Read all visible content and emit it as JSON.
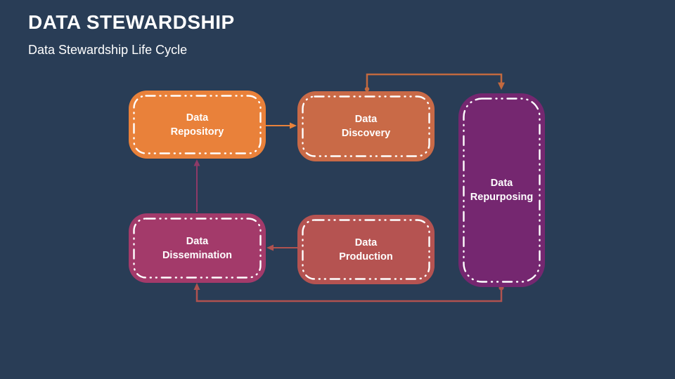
{
  "slide": {
    "title": "DATA STEWARDSHIP",
    "subtitle": "Data Stewardship Life Cycle"
  },
  "colors": {
    "background": "#293D56",
    "title_text": "#FFFFFF",
    "node_text": "#FFFFFF",
    "dashed_border": "#FFFFFF"
  },
  "nodes": [
    {
      "id": "data-repository",
      "line1": "Data",
      "line2": "Repository",
      "color": "#E9813A"
    },
    {
      "id": "data-discovery",
      "line1": "Data",
      "line2": "Discovery",
      "color": "#C96A47"
    },
    {
      "id": "data-repurposing",
      "line1": "Data",
      "line2": "Repurposing",
      "color": "#752770"
    },
    {
      "id": "data-dissemination",
      "line1": "Data",
      "line2": "Dissemination",
      "color": "#A33A6A"
    },
    {
      "id": "data-production",
      "line1": "Data",
      "line2": "Production",
      "color": "#B55351"
    }
  ],
  "connectors": [
    {
      "from": "data-repository",
      "to": "data-discovery",
      "color": "#E8823B"
    },
    {
      "from": "data-discovery",
      "to": "data-repurposing",
      "color": "#C2693F"
    },
    {
      "from": "data-dissemination",
      "to": "data-repository",
      "color": "#8E3A67"
    },
    {
      "from": "data-production",
      "to": "data-dissemination",
      "color": "#B0524F"
    },
    {
      "from": "data-repurposing",
      "to": "data-dissemination",
      "color": "#B0524F"
    }
  ]
}
